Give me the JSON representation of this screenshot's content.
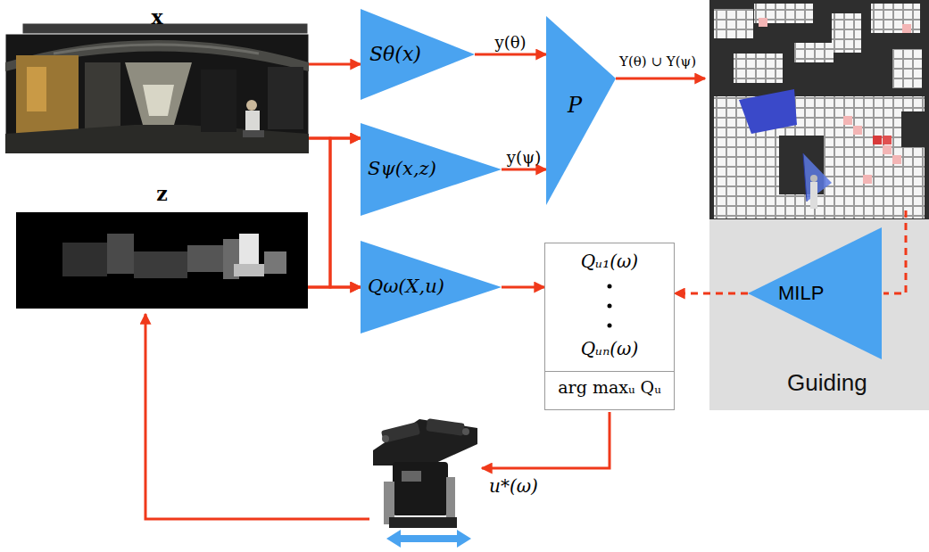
{
  "diagram": {
    "nodes": [
      {
        "text": [
          "x"
        ]
      },
      {
        "text": [
          "Sθ(x)"
        ]
      },
      {
        "text": [
          "P"
        ]
      },
      {
        "text": [
          "z"
        ]
      },
      {
        "text": [
          "Sψ(x,z)"
        ]
      },
      {
        "text": [
          "Qω(X,u)"
        ]
      },
      {
        "text": [
          "Qᵤ₁(ω)",
          "Qᵤₙ(ω)",
          "arg maxᵤ Qᵤ"
        ]
      },
      {
        "text": [
          "Guiding"
        ]
      },
      {
        "text": [
          "MILP"
        ],
        "in": 7
      }
    ],
    "edges": [
      {
        "from": 0,
        "to": 1,
        "arrow": "to"
      },
      {
        "from": 0,
        "to": 4,
        "arrow": "to"
      },
      {
        "from": 0,
        "to": 5,
        "arrow": "to"
      },
      {
        "from": 3,
        "to": 4,
        "arrow": "to"
      },
      {
        "from": 3,
        "to": 5,
        "arrow": "to"
      },
      {
        "from": 1,
        "to": 2,
        "label": "y(θ)",
        "arrow": "to"
      },
      {
        "from": 4,
        "to": 2,
        "label": "y(ψ)",
        "arrow": "to"
      },
      {
        "from": 5,
        "to": 6,
        "arrow": "to"
      },
      {
        "from": 8,
        "to": 6,
        "arrow": "to"
      }
    ],
    "labels": [
      "Y(θ) ∪ Y(ψ)",
      "u*(ω)"
    ]
  }
}
